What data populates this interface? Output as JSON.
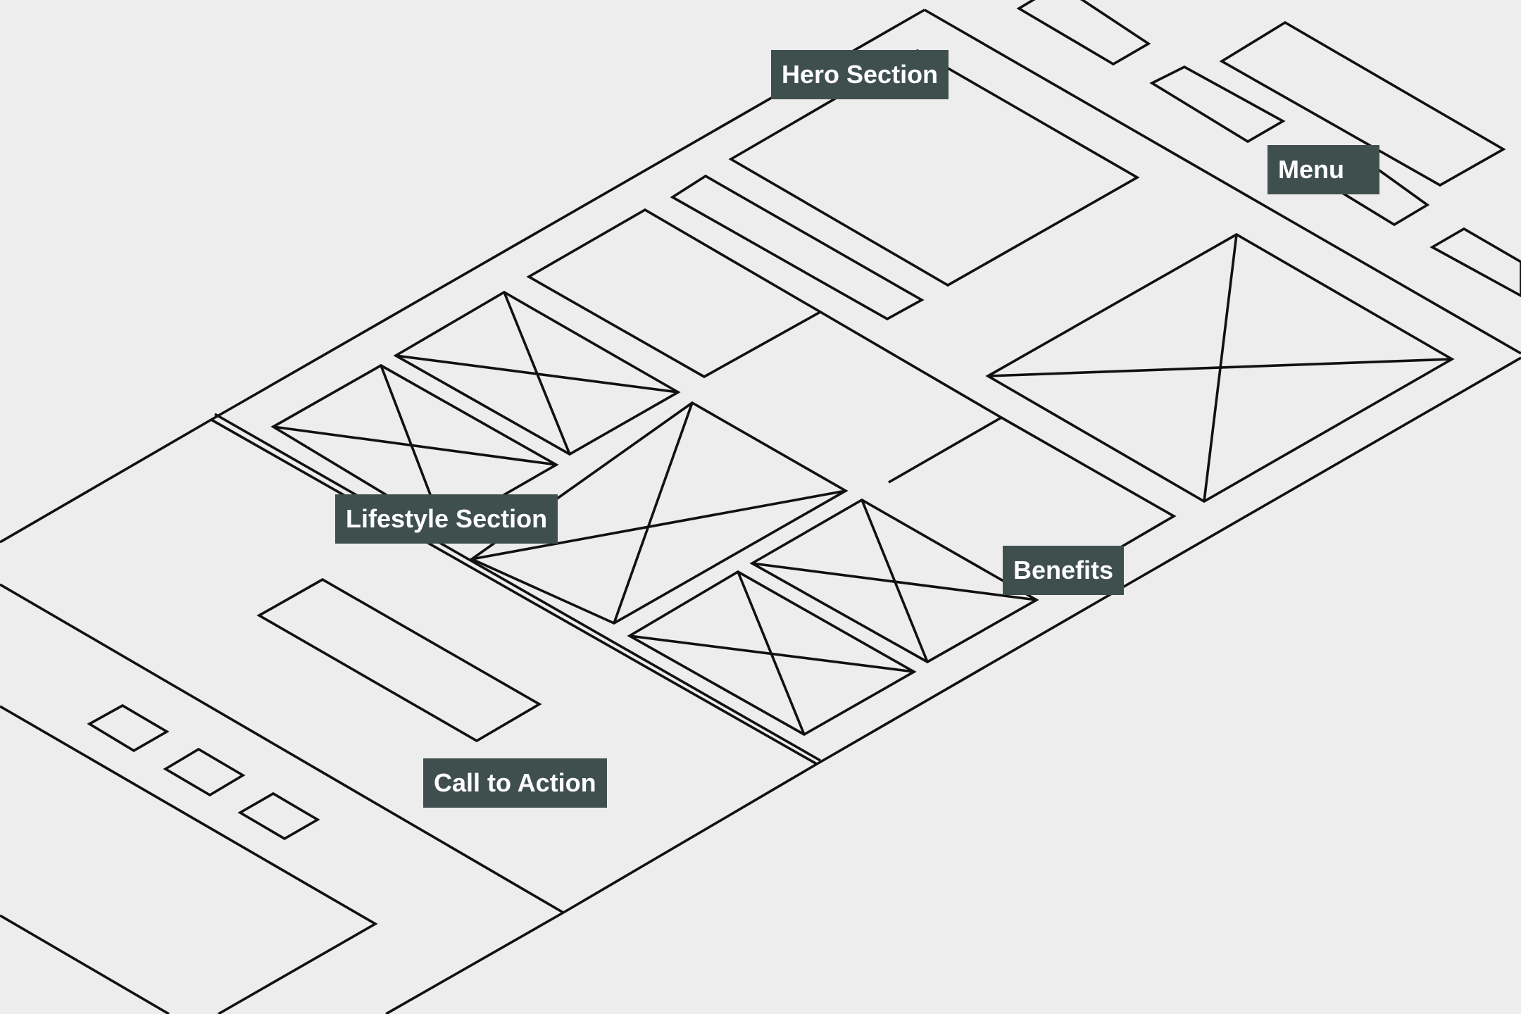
{
  "colors": {
    "background": "#ededed",
    "line": "#111111",
    "label_bg": "#3f4f4e",
    "label_text": "#ffffff"
  },
  "labels": {
    "hero": "Hero Section",
    "menu": "Menu",
    "lifestyle": "Lifestyle Section",
    "benefits": "Benefits",
    "cta": "Call to Action"
  }
}
